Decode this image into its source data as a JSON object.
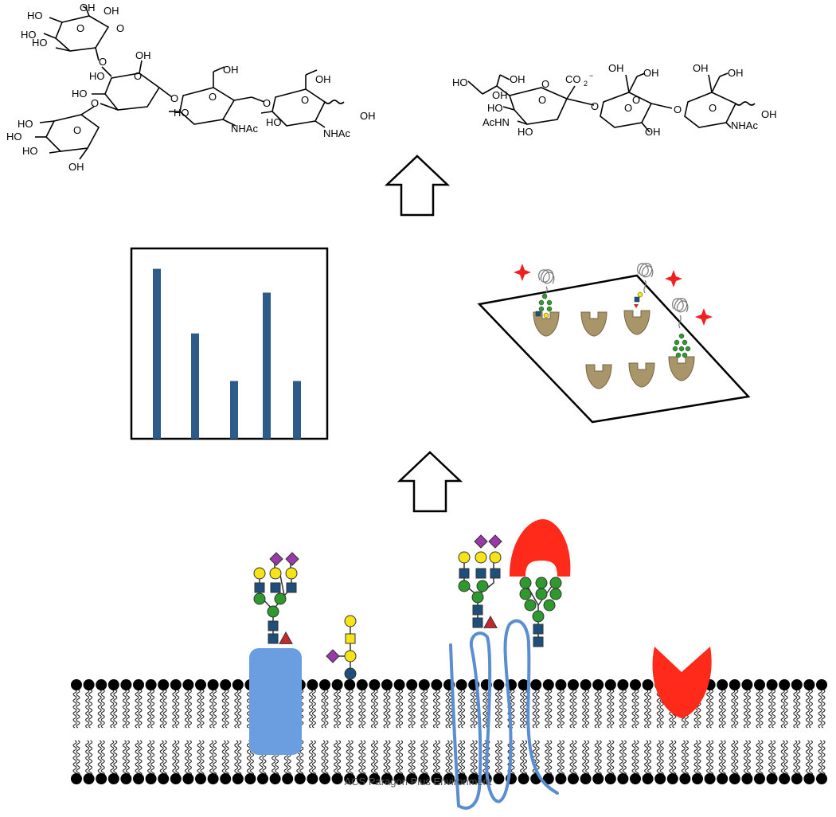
{
  "chem_left": {
    "labels": [
      "HO",
      "OH",
      "HO",
      "HO",
      "O",
      "O",
      "OH",
      "HO",
      "O",
      "O",
      "OH",
      "O",
      "HO",
      "HO",
      "O",
      "NHAc",
      "O",
      "OH",
      "HO",
      "HO",
      "OH",
      "HO",
      "O",
      "OH",
      "NHAc",
      "O",
      "HO",
      "O",
      "OH"
    ]
  },
  "chem_right": {
    "labels": [
      "HO",
      "OH",
      "CO",
      "2",
      "−",
      "HO",
      "O",
      "O",
      "AcHN",
      "HO",
      "OH",
      "O",
      "OH",
      "OH",
      "O",
      "O",
      "O",
      "OH",
      "OH",
      "OH",
      "O",
      "OH",
      "NHAc"
    ]
  },
  "colors": {
    "bar": "#2e5c8a",
    "protein_blue": "#6a9ee0",
    "helix_blue": "#5a8ed0",
    "lectin_red": "#ff2a1a",
    "lectin_tan": "#a8956a",
    "glc_blue": "#1e4e7a",
    "man_green": "#2e9a2e",
    "gal_yellow": "#f6e418",
    "sia_purple": "#9a3aa8",
    "fuc_red": "#c8282a",
    "star_red": "#ee2020"
  },
  "bar_chart": {
    "values": [
      5,
      3.1,
      1.7,
      4.3,
      1.7
    ],
    "ymax": 5.6
  },
  "watermark": "ACS Paragon Plus Environment"
}
